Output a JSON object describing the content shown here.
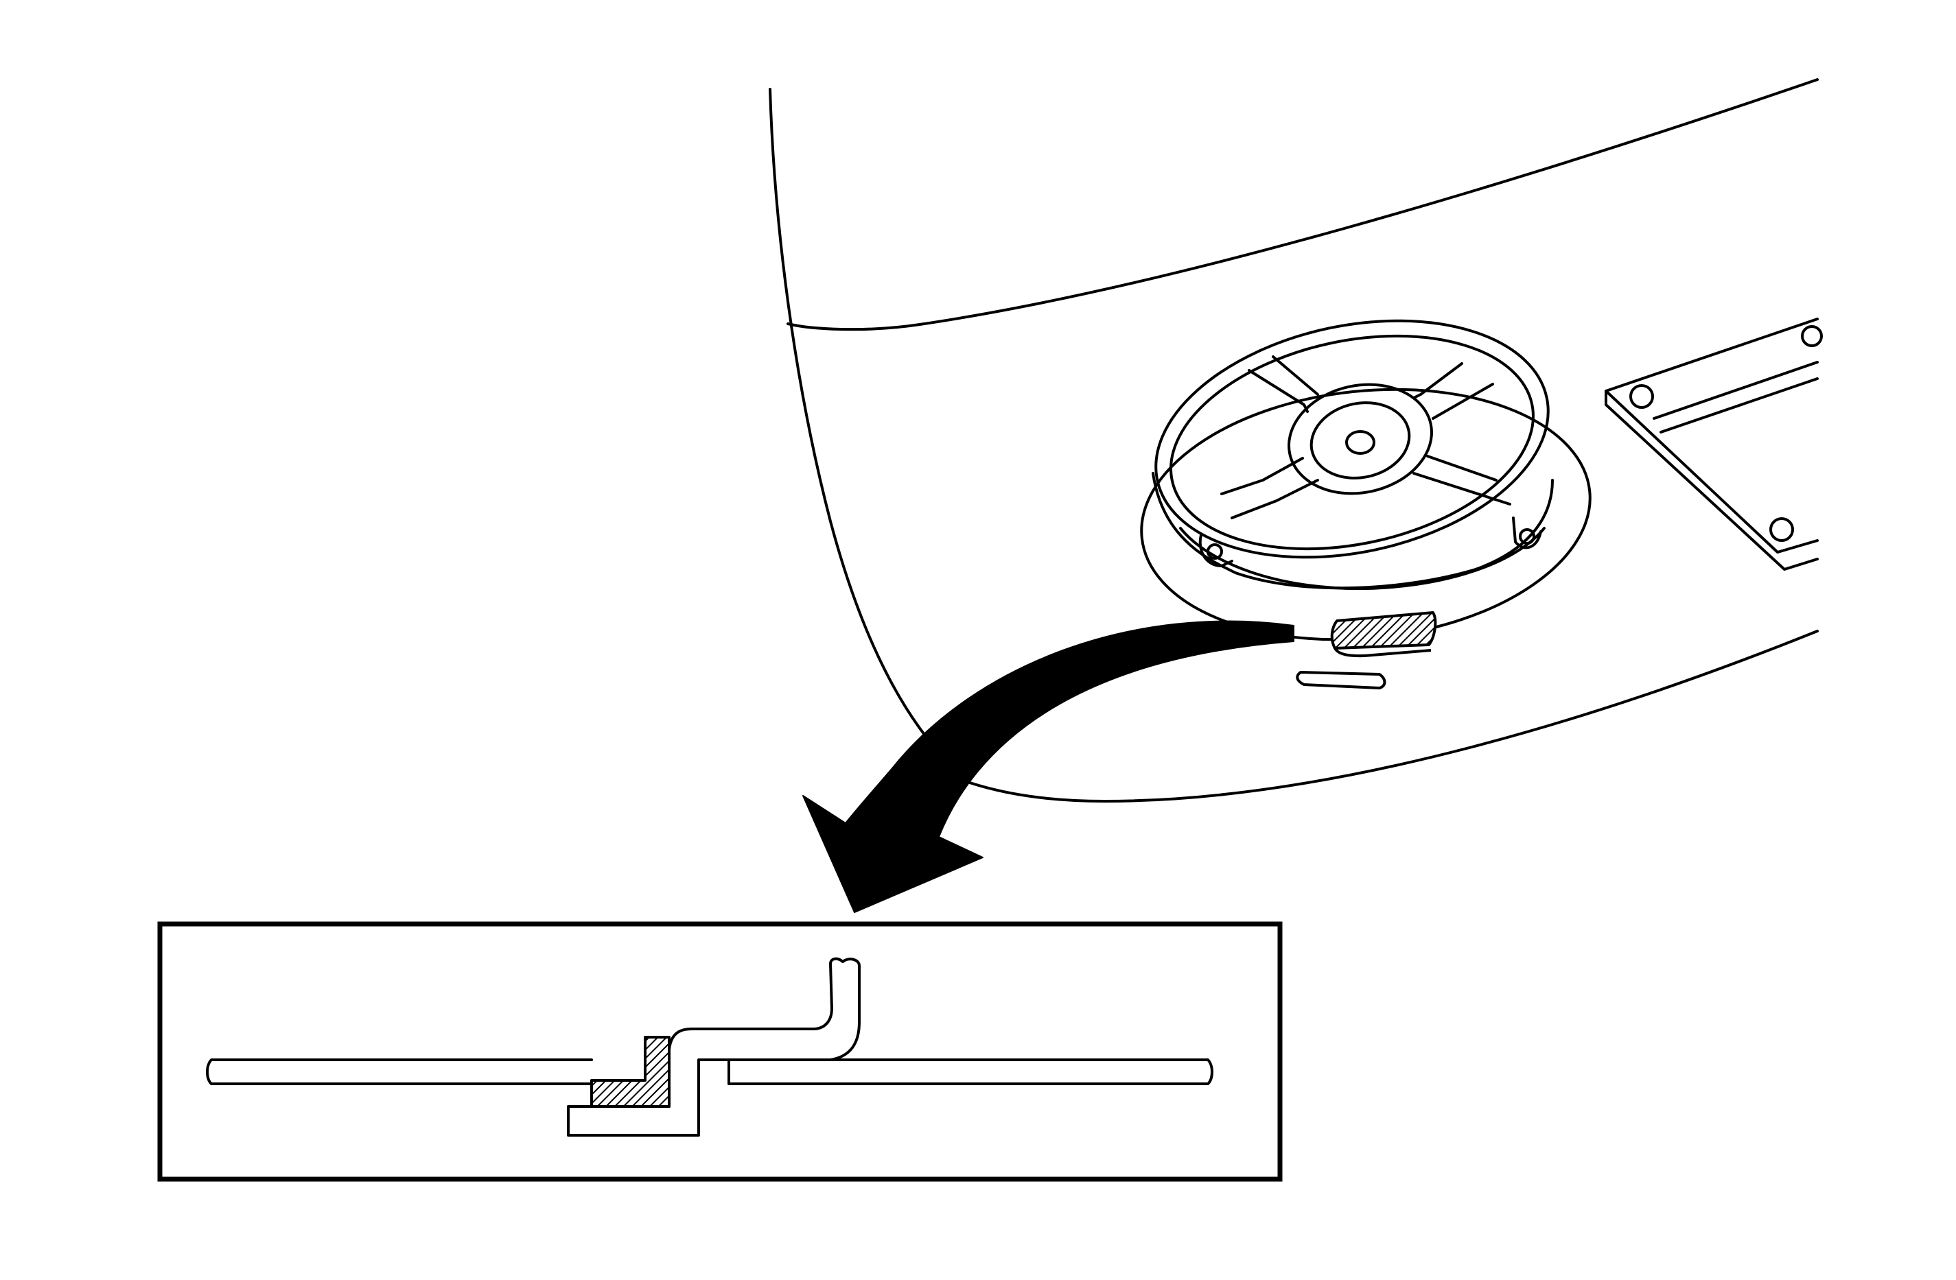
{
  "diagram": {
    "text_labels": [],
    "colors": {
      "ink": "#000000",
      "paper": "#ffffff"
    },
    "components": {
      "body_panel": "outer-panel",
      "speaker": "speaker-assembly",
      "bracket_plate": "mounting-plate",
      "seal_detail": "hatched-seal",
      "pointer": "curved-callout-arrow",
      "inset": "cross-section-detail"
    }
  }
}
